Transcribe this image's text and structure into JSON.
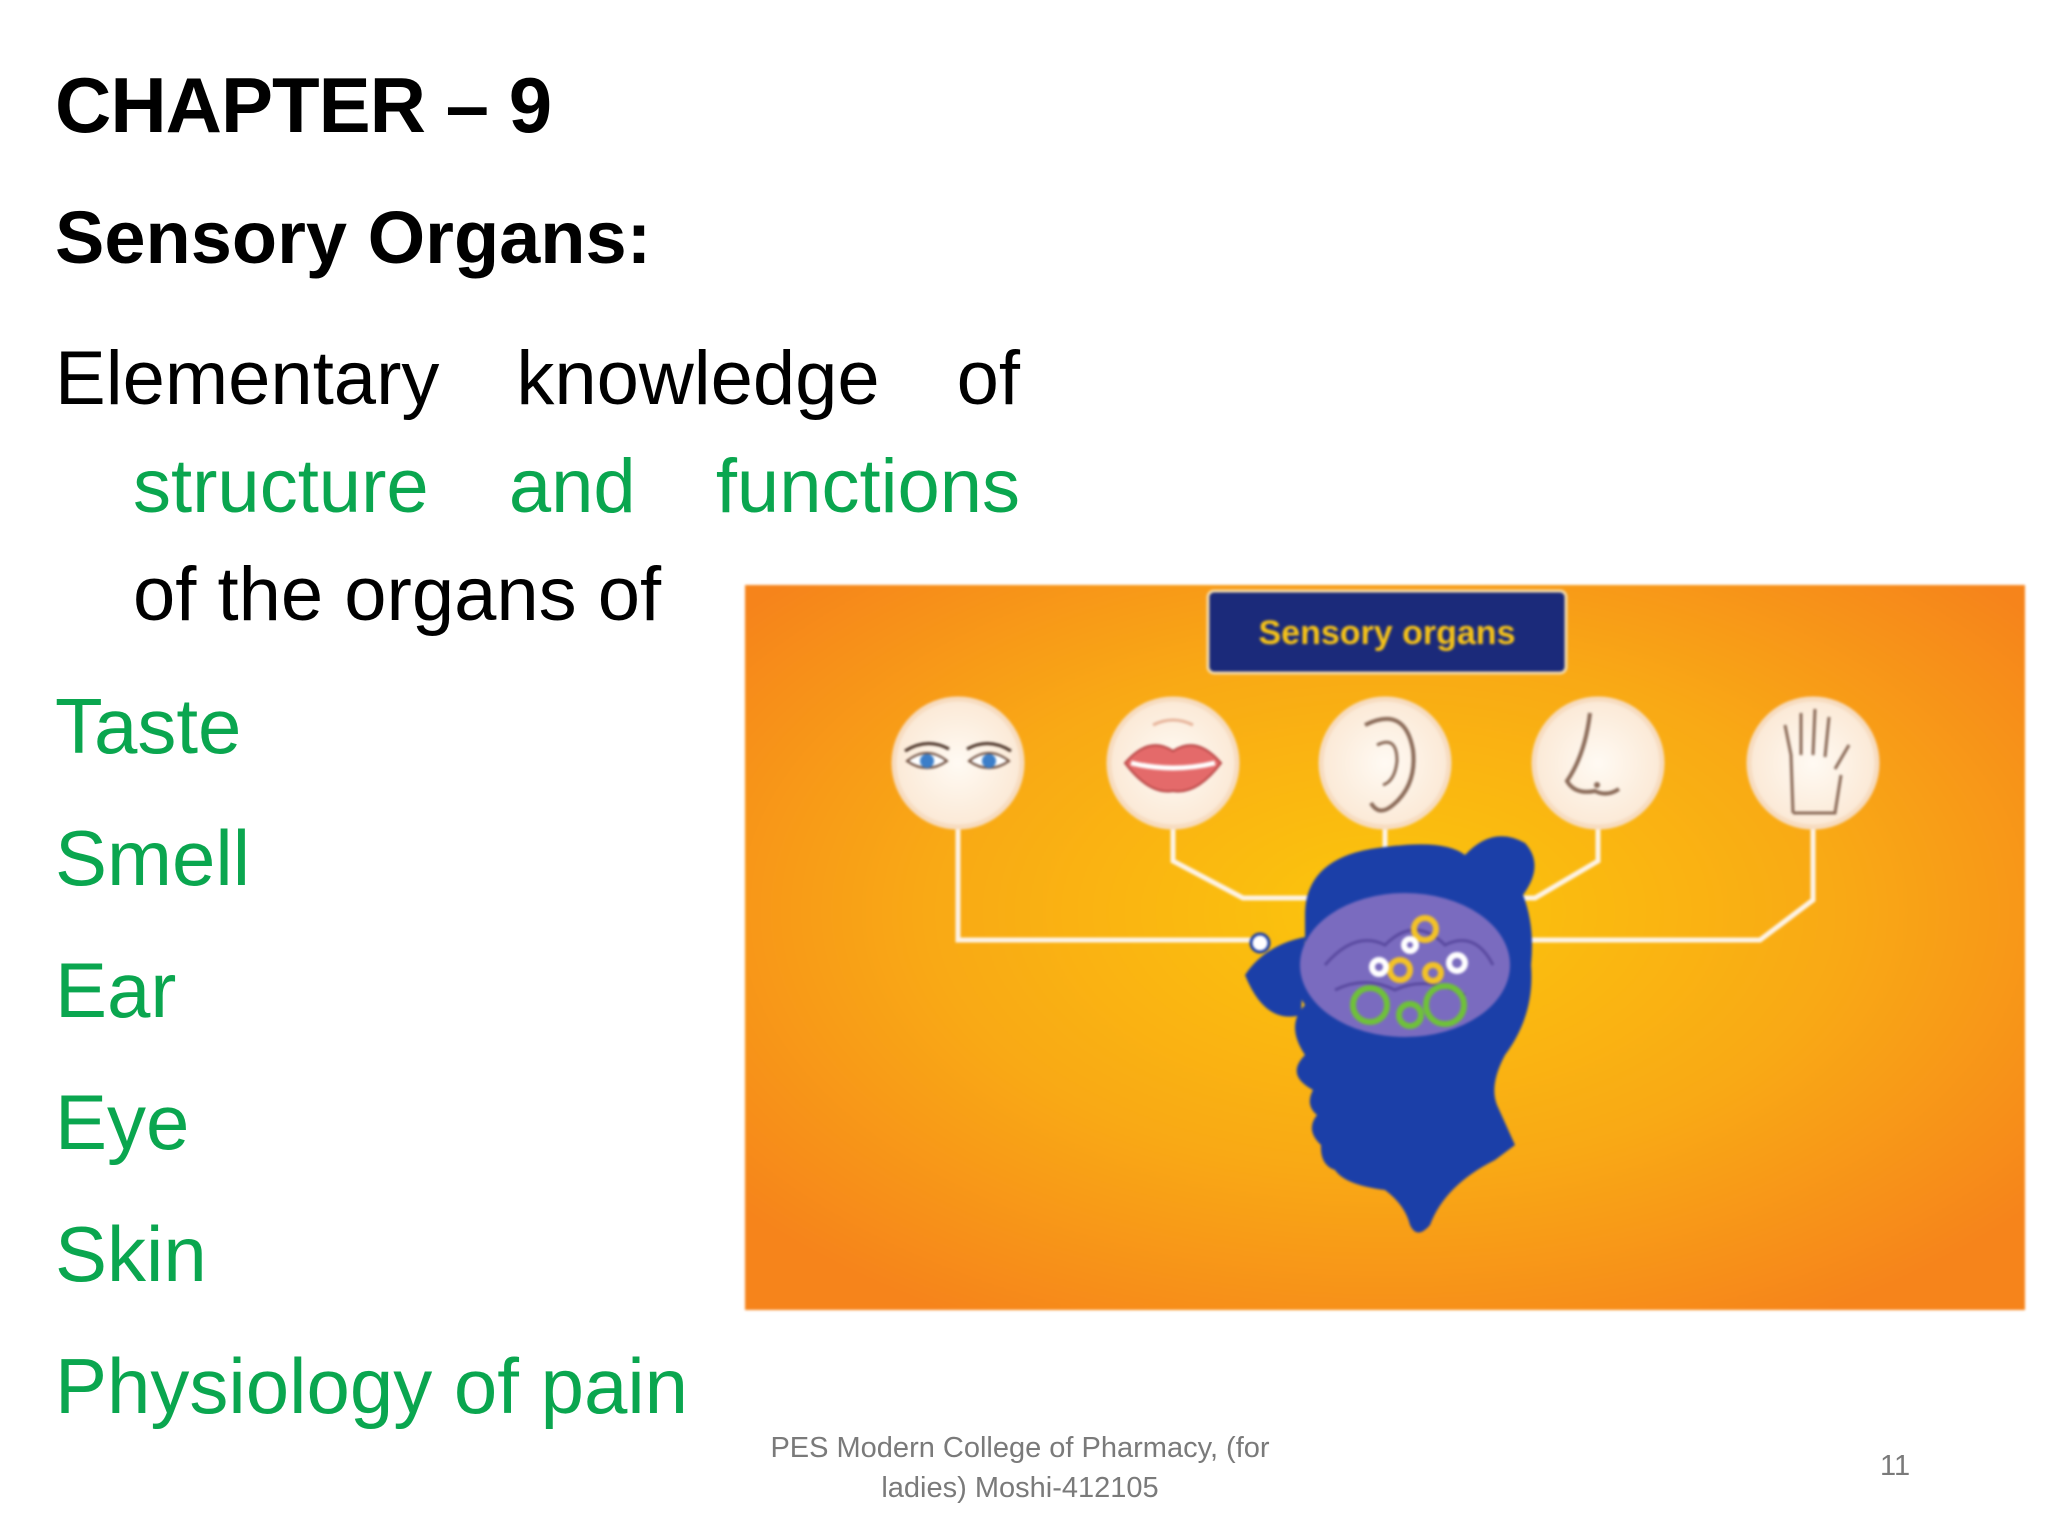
{
  "slide": {
    "chapter_title": "CHAPTER – 9",
    "heading": "Sensory Organs:",
    "intro": {
      "line1_words": [
        "Elementary",
        "knowledge",
        "of"
      ],
      "line2_words": [
        "structure",
        "and",
        "functions"
      ],
      "line3": "of the organs of"
    },
    "topics": [
      "Taste",
      "Smell",
      "Ear",
      "Eye",
      "Skin",
      "Physiology of pain"
    ],
    "footer": {
      "college_line1": "PES Modern College of Pharmacy, (for",
      "college_line2": "ladies) Moshi-412105",
      "page_number": "11"
    }
  },
  "figure": {
    "label": "Sensory organs",
    "organ_icons": [
      "eyes-icon",
      "lips-icon",
      "ear-icon",
      "nose-icon",
      "hand-icon"
    ],
    "colors": {
      "background_center": "#f9c20b",
      "background_edge": "#f7861a",
      "label_box": "#1b2a7a",
      "label_text": "#f5c218",
      "head": "#1b3fa8",
      "brain": "#7a6bbf",
      "connector": "#fdf3e6",
      "accent_green": "#0aa64f"
    }
  }
}
